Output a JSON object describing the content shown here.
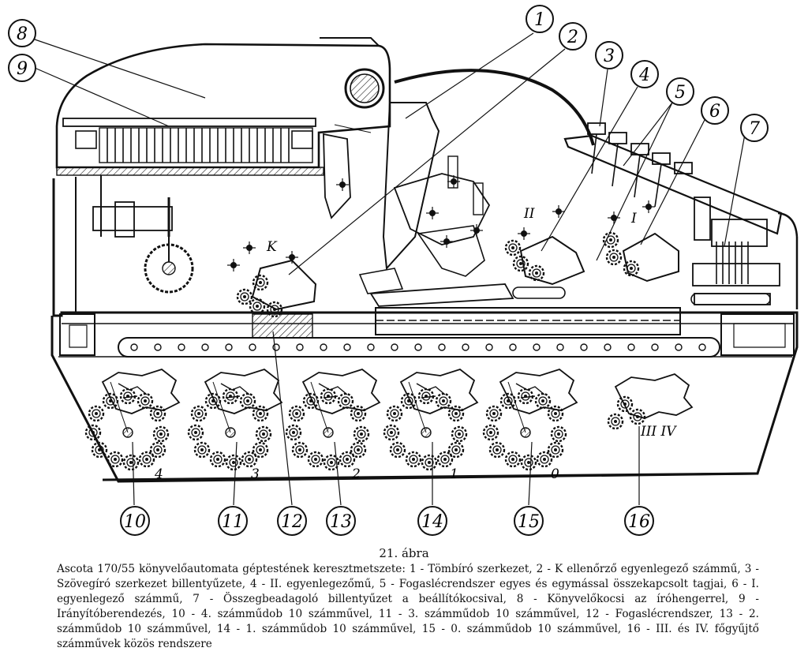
{
  "figure": {
    "number": "21. ábra",
    "caption": "Ascota 170/55 könyvelőautomata géptestének keresztmetszete: 1 - Tömbíró szerkezet, 2 - K ellenőrző egyenlegező számmű, 3 - Szövegíró szerkezet billentyűzete, 4 - II. egyenlegezőmű, 5 - Fogaslécrendszer egyes és egymással összekapcsolt tagjai, 6 - I. egyenlegező számmű, 7 - Összegbeadagoló billentyűzet a beállítókocsival, 8 - Könyvelőkocsi az íróhengerrel, 9 - Irányítóberendezés, 10 - 4. számműdob 10 számművel, 11 - 3. számműdob 10 számművel, 12 - Fogaslécrendszer, 13 - 2. számműdob 10 számművel, 14 - 1. számműdob 10 számművel, 15 - 0. számműdob 10 számművel, 16 - III. és IV. főgyűjtő számművek közös rendszere"
  },
  "callouts_top": [
    "1",
    "2",
    "3",
    "4",
    "5",
    "6",
    "7",
    "8",
    "9"
  ],
  "callouts_bottom": [
    "10",
    "11",
    "12",
    "13",
    "14",
    "15",
    "16"
  ],
  "inner_labels": {
    "k": "K",
    "roman_two": "II",
    "roman_one": "I",
    "roman_three_four": "III IV",
    "drums": [
      "4",
      "3",
      "2",
      "1",
      "0"
    ]
  }
}
